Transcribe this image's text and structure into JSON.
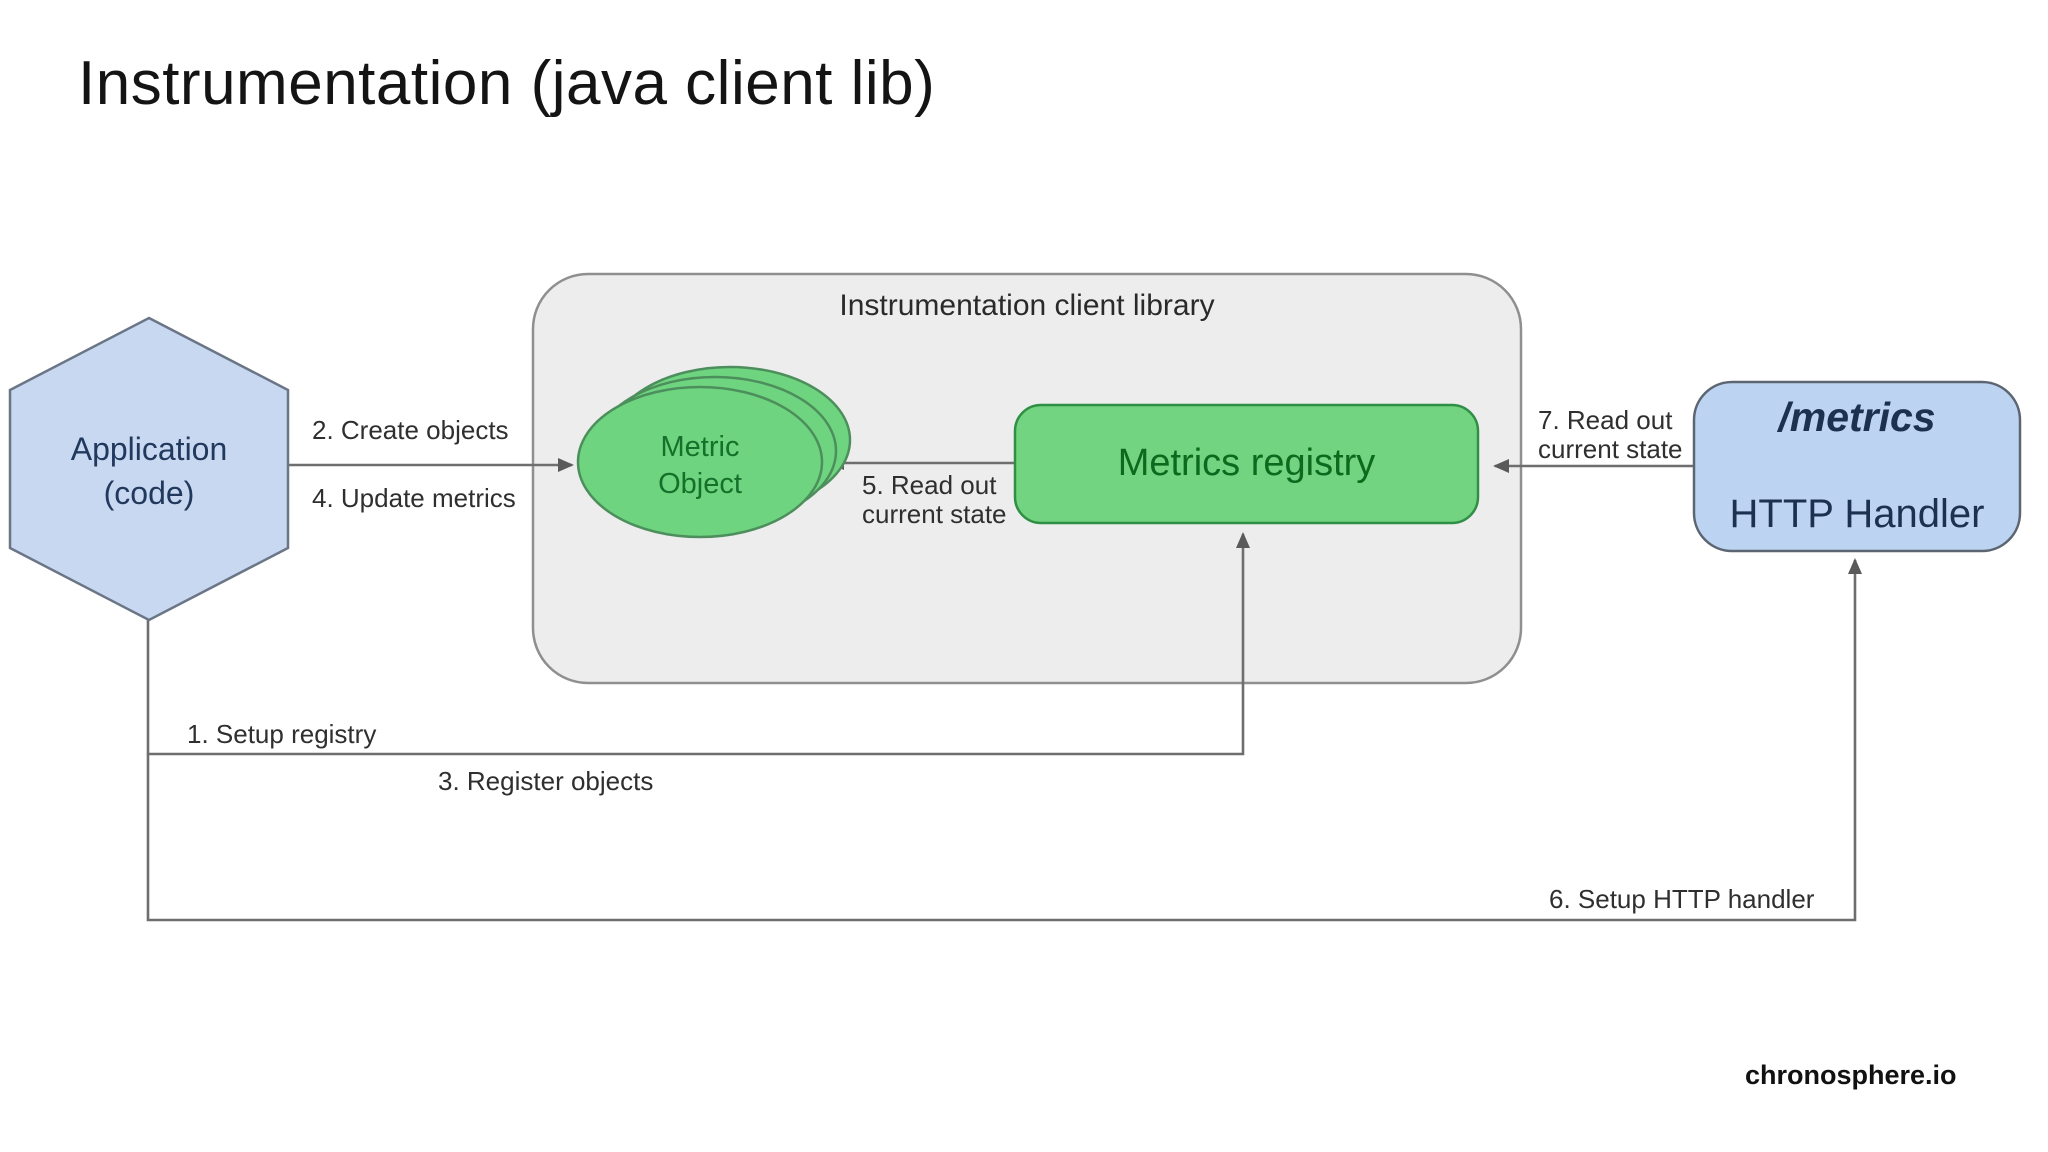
{
  "slide": {
    "title": "Instrumentation (java client lib)",
    "footer": "chronosphere.io"
  },
  "nodes": {
    "application": {
      "line1": "Application",
      "line2": "(code)"
    },
    "client_library": {
      "title": "Instrumentation client library"
    },
    "metric_object": {
      "line1": "Metric",
      "line2": "Object"
    },
    "metrics_registry": {
      "label": "Metrics registry"
    },
    "http_handler": {
      "path": "/metrics",
      "label": "HTTP Handler"
    }
  },
  "edges": {
    "create_objects": "2. Create objects",
    "update_metrics": "4. Update metrics",
    "read_out_registry": "5. Read out\ncurrent state",
    "read_out_handler": "7. Read out\ncurrent state",
    "setup_registry": "1. Setup registry",
    "register_objects": "3. Register objects",
    "setup_http_handler": "6. Setup HTTP handler"
  },
  "colors": {
    "hexagon_fill": "#c9d8f1",
    "library_fill": "#ededee",
    "metric_fill": "#6ed47f",
    "registry_fill": "#72d381",
    "handler_fill": "#bdd3f2",
    "connector": "#6e6e6e",
    "arrowhead": "#5a5a5a"
  }
}
